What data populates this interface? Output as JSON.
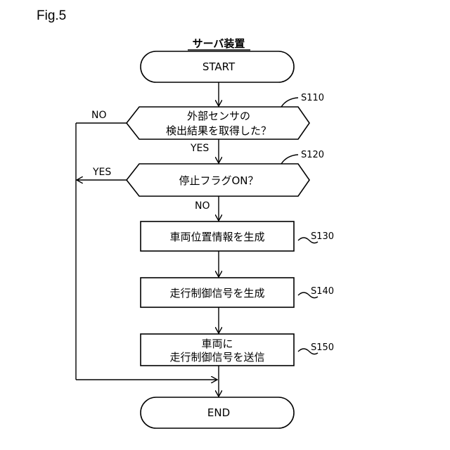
{
  "figure_label": "Fig.5",
  "header": "サーバ装置",
  "start": "START",
  "end": "END",
  "steps": {
    "s110": {
      "id": "S110",
      "lines": [
        "外部センサの",
        "検出結果を取得した？"
      ]
    },
    "s120": {
      "id": "S120",
      "lines": [
        "停止フラグON？"
      ]
    },
    "s130": {
      "id": "S130",
      "lines": [
        "車両位置情報を生成"
      ]
    },
    "s140": {
      "id": "S140",
      "lines": [
        "走行制御信号を生成"
      ]
    },
    "s150": {
      "id": "S150",
      "lines": [
        "車両に",
        "走行制御信号を送信"
      ]
    }
  },
  "branches": {
    "s110_yes": "YES",
    "s110_no": "NO",
    "s120_yes": "YES",
    "s120_no": "NO"
  }
}
